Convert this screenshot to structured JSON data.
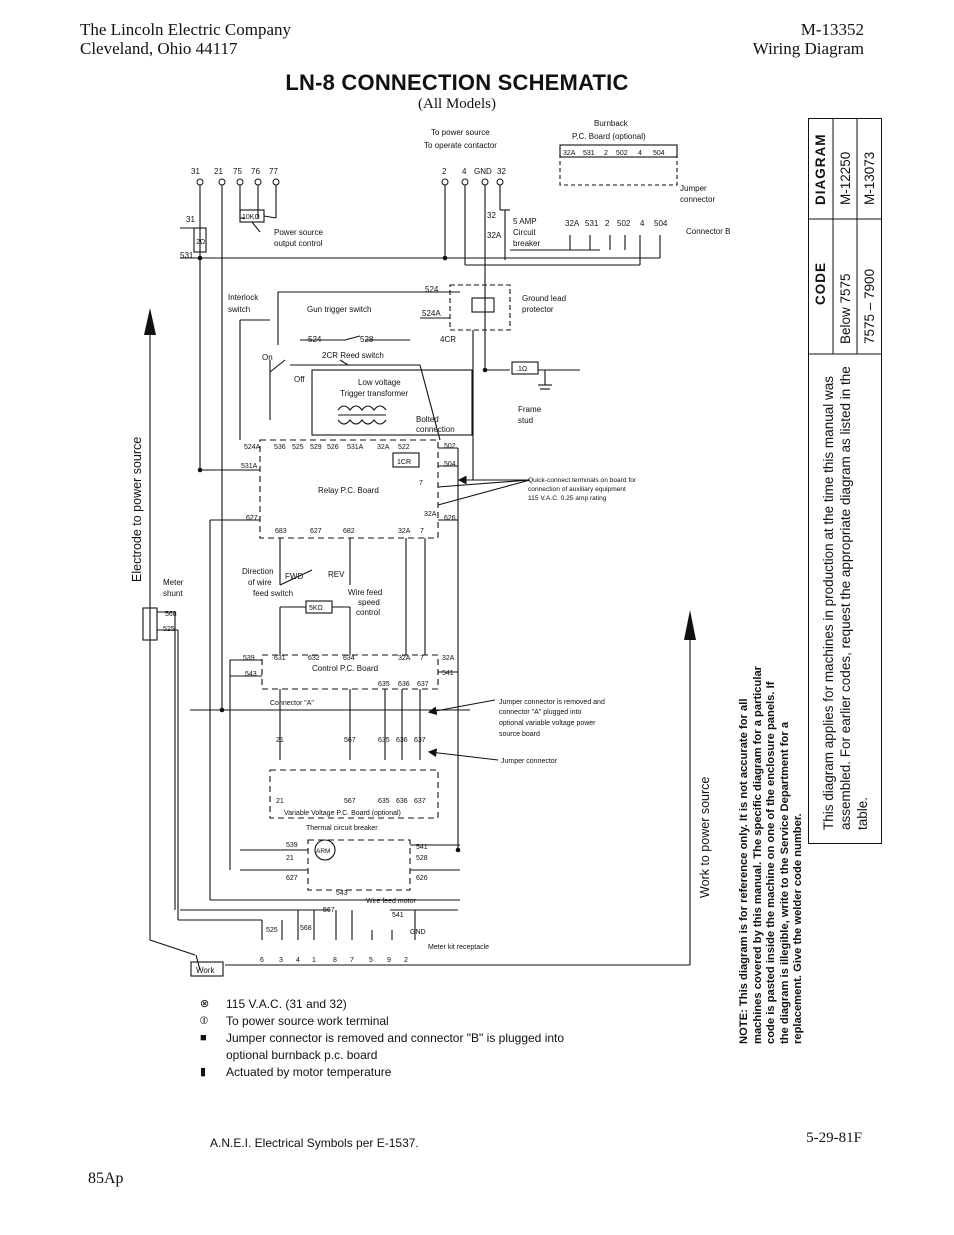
{
  "header": {
    "company": "The Lincoln Electric Company",
    "city": "Cleveland, Ohio 44117",
    "doc_number": "M-13352",
    "doc_type": "Wiring Diagram"
  },
  "title": "LN-8 CONNECTION SCHEMATIC",
  "subtitle": "(All Models)",
  "table": {
    "col_code": "CODE",
    "col_diagram": "DIAGRAM",
    "rows": [
      {
        "code": "Below 7575",
        "diagram": "M-12250"
      },
      {
        "code": "7575 – 7900",
        "diagram": "M-13073"
      }
    ],
    "applies_note": "This diagram applies for machines in production at the time this manual was assembled. For earlier codes, request the appropriate diagram as listed in the table."
  },
  "note": "NOTE: This diagram is for reference only. It is not accurate for all machines covered by this manual. The specific diagram for a particular code is pasted inside the machine on one of the enclosure panels. If the diagram is illegible, write to the Service Department for a replacement. Give the welder code number.",
  "side_labels": {
    "electrode": "Electrode to power source",
    "work": "Work to power source"
  },
  "labels": {
    "burnback": "Burnback",
    "burnback_board": "P.C. Board (optional)",
    "to_power_source": "To power source",
    "to_operate_contactor": "To operate contactor",
    "jumper_connector": "Jumper",
    "jumper_connector2": "connector",
    "connector_b": "Connector B",
    "amp5": "5 AMP",
    "circuit": "Circuit",
    "breaker": "breaker",
    "power_source_output_control1": "Power source",
    "power_source_output_control2": "output control",
    "pot10k": "10KΩ",
    "res2": "2Ω",
    "interlock1": "Interlock",
    "interlock2": "switch",
    "gun_trigger": "Gun trigger switch",
    "ground_lead1": "Ground lead",
    "ground_lead2": "protector",
    "cr4": "4CR",
    "reed2cr": "2CR Reed switch",
    "on": "On",
    "off": "Off",
    "low_voltage1": "Low voltage",
    "low_voltage2": "Trigger transformer",
    "bolted1": "Bolted",
    "bolted2": "connection",
    "res_1": ".1Ω",
    "frame1": "Frame",
    "frame2": "stud",
    "cr1": "1CR",
    "relay_board": "Relay P.C. Board",
    "quick1": "Quick-connect terminals on board for",
    "quick2": "connection of auxiliary equipment",
    "quick3": "115 V.A.C.  0.25 amp rating",
    "direction1": "Direction",
    "direction2": "of wire",
    "direction3": "feed switch",
    "fwd": "FWD",
    "rev": "REV",
    "pot5k": "5KΩ",
    "wfs1": "Wire feed",
    "wfs2": "speed",
    "wfs3": "control",
    "meter1": "Meter",
    "meter2": "shunt",
    "control_board": "Control P.C. Board",
    "connector_a": "Connector \"A\"",
    "jumper_removed1": "Jumper connector is removed and",
    "jumper_removed2": "connector \"A\" plugged into",
    "jumper_removed3": "optional variable voltage power",
    "jumper_removed4": "source board",
    "jumper_connector_b": "Jumper connector",
    "vv_board": "Variable Voltage P.C. Board (optional)",
    "thermal": "Thermal circuit breaker",
    "arm": "ARM",
    "wire_feed_motor": "Wire feed motor",
    "gnd": "GND",
    "meter_kit": "Meter kit receptacle",
    "work": "Work"
  },
  "wires": {
    "top_left": [
      "31",
      "21",
      "75",
      "76",
      "77"
    ],
    "top_right": [
      "2",
      "4",
      "GND",
      "32"
    ],
    "burnback_top": [
      "32A",
      "531",
      "2",
      "502",
      "4",
      "504"
    ],
    "burnback_bottom": [
      "32A",
      "531",
      "2",
      "502",
      "4",
      "504"
    ],
    "relay_top": [
      "524A",
      "536",
      "525",
      "529",
      "526",
      "531A",
      "32A",
      "522"
    ],
    "relay_bottom": [
      "683",
      "627",
      "682",
      "32A",
      "7"
    ],
    "control_top": [
      "631",
      "632",
      "634",
      "32A",
      "7"
    ],
    "control_bottom": [
      "635",
      "636",
      "637"
    ],
    "conn_a": [
      "21",
      "567",
      "635",
      "636",
      "637"
    ],
    "vv": [
      "21",
      "567",
      "635",
      "636",
      "637"
    ],
    "meter_pins": [
      "6",
      "3",
      "4",
      "1",
      "8",
      "7",
      "5",
      "9",
      "2"
    ],
    "misc": [
      "31",
      "531",
      "524",
      "524A",
      "528",
      "502",
      "504",
      "531A",
      "627",
      "626",
      "32A",
      "539",
      "543",
      "541",
      "567",
      "568",
      "525",
      "21",
      "32"
    ]
  },
  "legend": [
    {
      "sym": "⊗",
      "text": "115 V.A.C. (31 and 32)"
    },
    {
      "sym": "⦶",
      "text": "To power source work terminal"
    },
    {
      "sym": "■",
      "text": "Jumper connector is removed and connector \"B\" is plugged into optional burnback p.c. board"
    },
    {
      "sym": "▮",
      "text": "Actuated by motor temperature"
    }
  ],
  "footer": {
    "symbols": "A.N.E.I. Electrical Symbols per E-1537.",
    "date": "5-29-81F",
    "page": "85Ap"
  }
}
